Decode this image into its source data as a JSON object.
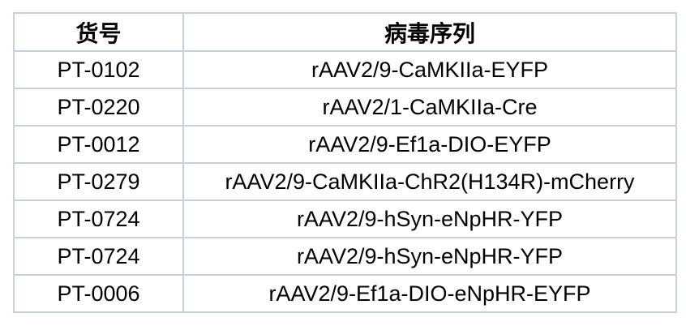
{
  "table": {
    "columns": [
      {
        "key": "catalog",
        "label": "货号"
      },
      {
        "key": "sequence",
        "label": "病毒序列"
      }
    ],
    "rows": [
      {
        "catalog": "PT-0102",
        "sequence": "rAAV2/9-CaMKIIa-EYFP"
      },
      {
        "catalog": "PT-0220",
        "sequence": "rAAV2/1-CaMKIIa-Cre"
      },
      {
        "catalog": "PT-0012",
        "sequence": "rAAV2/9-Ef1a-DIO-EYFP"
      },
      {
        "catalog": "PT-0279",
        "sequence": "rAAV2/9-CaMKIIa-ChR2(H134R)-mCherry"
      },
      {
        "catalog": "PT-0724",
        "sequence": "rAAV2/9-hSyn-eNpHR-YFP"
      },
      {
        "catalog": "PT-0724",
        "sequence": "rAAV2/9-hSyn-eNpHR-YFP"
      },
      {
        "catalog": "PT-0006",
        "sequence": "rAAV2/9-Ef1a-DIO-eNpHR-EYFP"
      }
    ],
    "colors": {
      "border": "#c9d0dd",
      "text": "#000000",
      "background": "#ffffff"
    }
  }
}
